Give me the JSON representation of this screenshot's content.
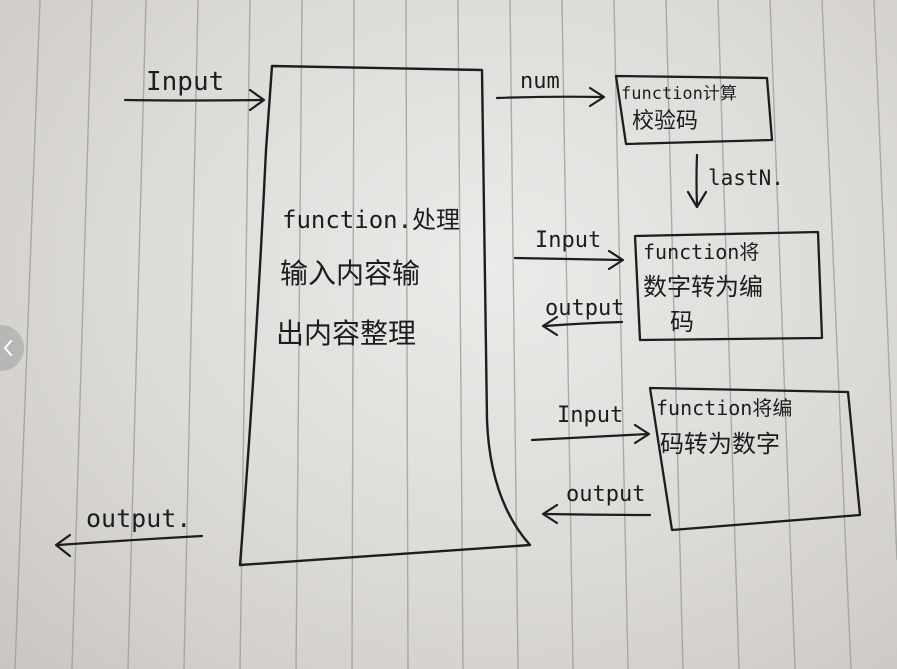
{
  "colors": {
    "paper": "#e4e2df",
    "rule": "#9a9894",
    "ink": "#1d1d1f"
  },
  "nav": {
    "prev_icon": "chevron-left-icon"
  },
  "labels": {
    "input_main": "Input",
    "output_main": "output.",
    "main_box_line1": "function.处理",
    "main_box_line2": "输入内容输",
    "main_box_line3": "出内容整理",
    "num": "num",
    "checksum_line1": "function计算",
    "checksum_line2": "校验码",
    "lastN": "lastN.",
    "input_2": "Input",
    "output_2": "output",
    "enc_line1": "function将",
    "enc_line2": "数字转为编",
    "enc_line3": "码",
    "input_3": "Input",
    "output_3": "output",
    "dec_line1": "function将编",
    "dec_line2": "码转为数字"
  }
}
